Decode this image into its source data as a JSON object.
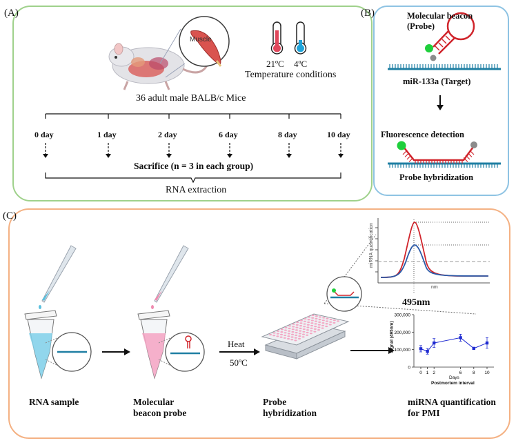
{
  "panel_a": {
    "label": "(A)",
    "muscle_label": "Muscle",
    "temp_1": "21ºC",
    "temp_2": "4ºC",
    "temp_caption": "Temperature conditions",
    "mice_caption": "36 adult male BALB/c Mice",
    "timepoints": [
      "0 day",
      "1 day",
      "2 day",
      "6 day",
      "8 day",
      "10 day"
    ],
    "sacrifice": "Sacrifice (n = 3 in each group)",
    "rna": "RNA extraction"
  },
  "panel_b": {
    "label": "(B)",
    "beacon_title_1": "Molecular beacon",
    "beacon_title_2": "(Probe)",
    "target": "miR-133a (Target)",
    "fluor": "Fluorescence detection",
    "hybrid": "Probe hybridization"
  },
  "panel_c": {
    "label": "(C)",
    "step1": "RNA sample",
    "step2_1": "Molecular",
    "step2_2": "beacon probe",
    "heat": "Heat",
    "temp": "50ºC",
    "step3_1": "Probe",
    "step3_2": "hybridization",
    "step4_1": "miRNA quantification",
    "step4_2": "for PMI",
    "wavelength": "495nm",
    "spectrum_ylabel": "miRNA quantification",
    "spectrum_xlabel": "nm"
  },
  "chart_data": {
    "type": "line",
    "title": "",
    "xlabel": "Days",
    "xlabel2": "Postmortem interval",
    "ylabel": "Signal (495nm)",
    "x": [
      0,
      1,
      2,
      6,
      8,
      10
    ],
    "x_ticks": [
      "0",
      "1",
      "2",
      "6",
      "8",
      "10"
    ],
    "y_ticks": [
      "0",
      "100,000",
      "200,000",
      "300,000"
    ],
    "ylim": [
      0,
      300000
    ],
    "series": [
      {
        "values": [
          105000,
          90000,
          138000,
          168000,
          107000,
          138000
        ],
        "errors": [
          18000,
          16000,
          25000,
          20000,
          6000,
          30000
        ],
        "color": "#1f2bd1"
      }
    ]
  }
}
